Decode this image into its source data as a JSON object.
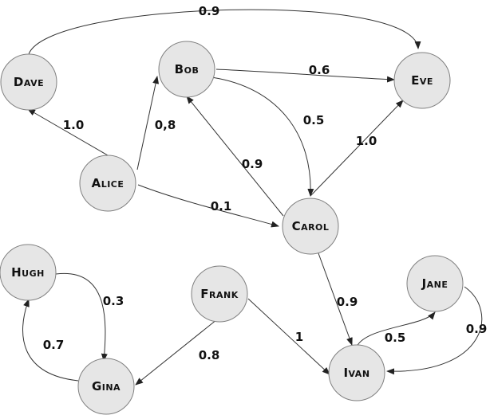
{
  "graph": {
    "nodes": [
      {
        "id": "dave",
        "label": "Dave"
      },
      {
        "id": "bob",
        "label": "Bob"
      },
      {
        "id": "eve",
        "label": "Eve"
      },
      {
        "id": "alice",
        "label": "Alice"
      },
      {
        "id": "carol",
        "label": "Carol"
      },
      {
        "id": "hugh",
        "label": "Hugh"
      },
      {
        "id": "frank",
        "label": "Frank"
      },
      {
        "id": "jane",
        "label": "Jane"
      },
      {
        "id": "gina",
        "label": "Gina"
      },
      {
        "id": "ivan",
        "label": "Ivan"
      }
    ],
    "edges": [
      {
        "id": "dave-eve",
        "from": "Dave",
        "to": "Eve",
        "weight": "0.9"
      },
      {
        "id": "bob-eve",
        "from": "Bob",
        "to": "Eve",
        "weight": "0.6"
      },
      {
        "id": "alice-dave",
        "from": "Alice",
        "to": "Dave",
        "weight": "1.0"
      },
      {
        "id": "alice-bob",
        "from": "Alice",
        "to": "Bob",
        "weight": "0,8"
      },
      {
        "id": "bob-carol",
        "from": "Bob",
        "to": "Carol",
        "weight": "0.5"
      },
      {
        "id": "carol-eve",
        "from": "Carol",
        "to": "Eve",
        "weight": "1.0"
      },
      {
        "id": "carol-bob",
        "from": "Carol",
        "to": "Bob",
        "weight": "0.9"
      },
      {
        "id": "alice-carol",
        "from": "Alice",
        "to": "Carol",
        "weight": "0.1"
      },
      {
        "id": "hugh-gina",
        "from": "Hugh",
        "to": "Gina",
        "weight": "0.3"
      },
      {
        "id": "carol-ivan",
        "from": "Carol",
        "to": "Ivan",
        "weight": "0.9"
      },
      {
        "id": "gina-hugh",
        "from": "Gina",
        "to": "Hugh",
        "weight": "0.7"
      },
      {
        "id": "frank-ivan",
        "from": "Frank",
        "to": "Ivan",
        "weight": "1"
      },
      {
        "id": "ivan-jane",
        "from": "Ivan",
        "to": "Jane",
        "weight": "0.5"
      },
      {
        "id": "jane-ivan",
        "from": "Jane",
        "to": "Ivan",
        "weight": "0.9"
      },
      {
        "id": "frank-gina",
        "from": "Frank",
        "to": "Gina",
        "weight": "0.8"
      }
    ]
  }
}
